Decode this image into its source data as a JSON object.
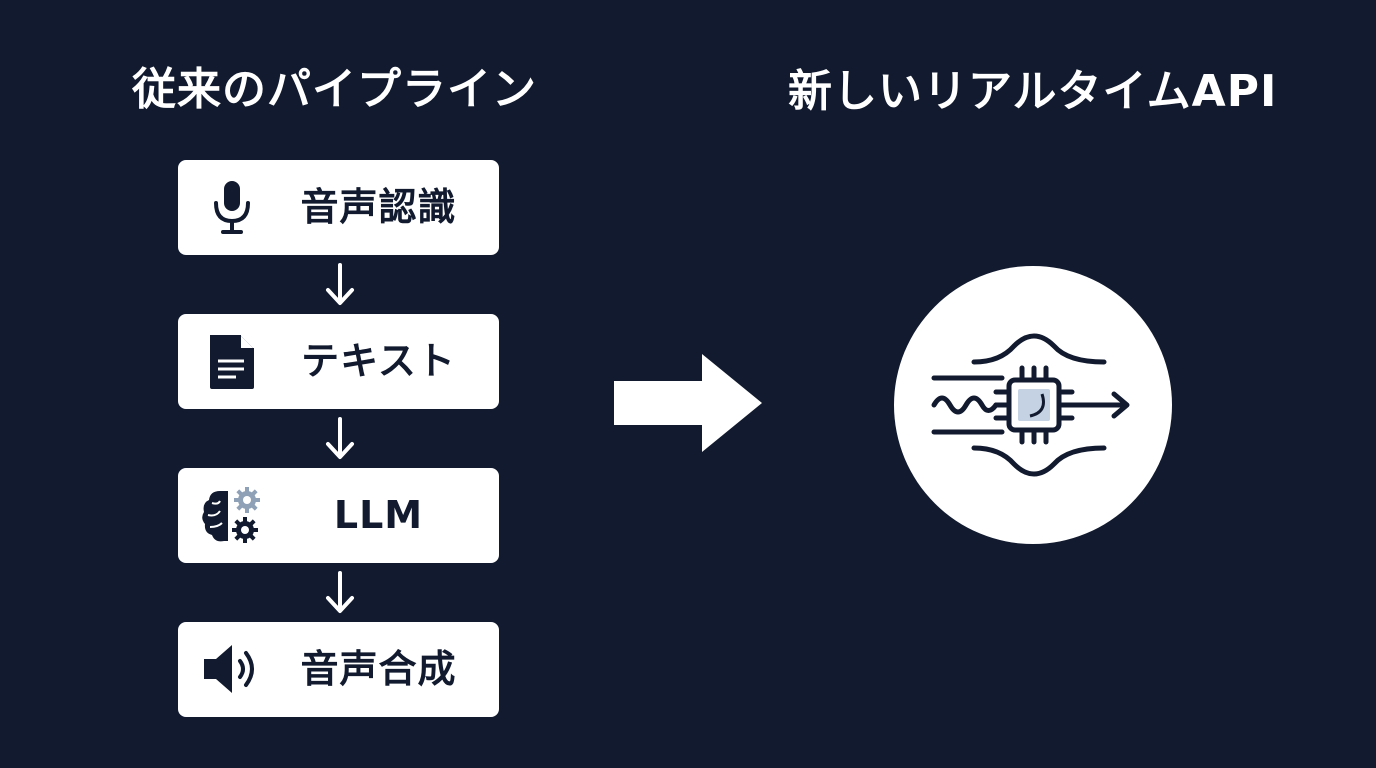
{
  "left_heading": "従来のパイプライン",
  "right_heading": "新しいリアルタイムAPI",
  "pipeline": [
    {
      "label": "音声認識",
      "icon": "microphone-icon"
    },
    {
      "label": "テキスト",
      "icon": "document-icon"
    },
    {
      "label": "LLM",
      "icon": "brain-gears-icon"
    },
    {
      "label": "音声合成",
      "icon": "speaker-icon"
    }
  ],
  "colors": {
    "background": "#111a2e",
    "box": "#ffffff",
    "text_dark": "#111a2e",
    "accent_gray": "#8fa1b6"
  }
}
